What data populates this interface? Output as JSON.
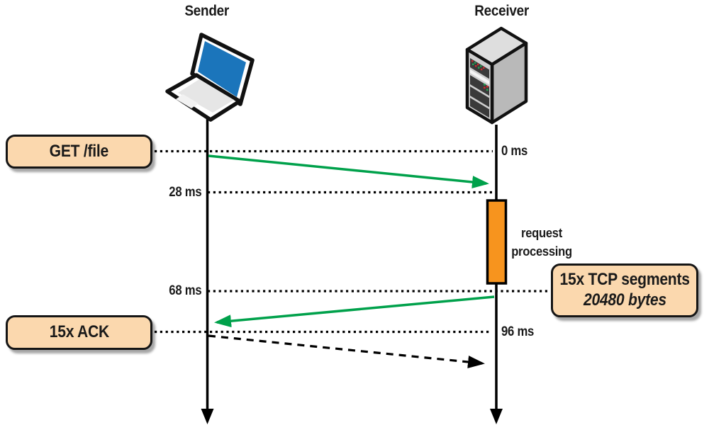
{
  "actors": {
    "sender": {
      "label": "Sender",
      "icon": "laptop-icon"
    },
    "receiver": {
      "label": "Receiver",
      "icon": "server-icon"
    }
  },
  "notes": {
    "get_request": {
      "label": "GET /file"
    },
    "ack": {
      "label": "15x ACK"
    },
    "tcp_segments": {
      "label": "15x TCP segments",
      "sublabel": "20480 bytes"
    }
  },
  "timestamps": {
    "t0": "0 ms",
    "t28": "28 ms",
    "t68": "68 ms",
    "t96": "96 ms"
  },
  "annotations": {
    "request_processing": "request processing"
  },
  "colors": {
    "note_fill": "#FBD8AE",
    "note_border": "#151515",
    "activation_orange": "#F7941E",
    "arrow_green": "#00A14B",
    "line_black": "#000000",
    "laptop_screen_blue": "#1B75BB",
    "server_front_gray": "#CFCFCF",
    "server_side_gray": "#B9B9B9",
    "server_top_gray": "#DEDEDE"
  }
}
